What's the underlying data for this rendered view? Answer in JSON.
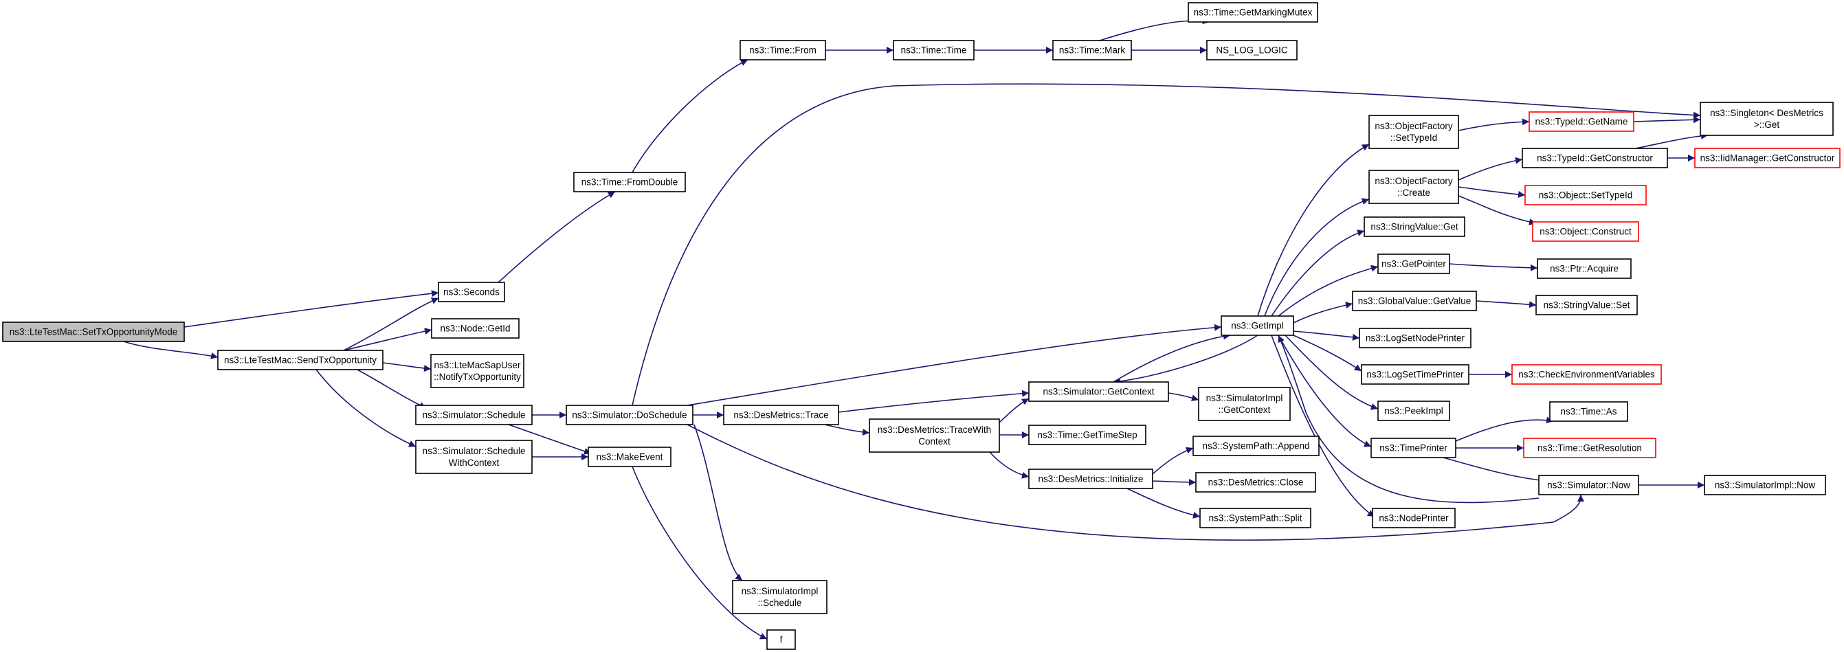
{
  "colors": {
    "edge": "#191970",
    "root_fill": "#bfbfbf",
    "node_border": "#000000",
    "external_node_border": "#ff0000"
  },
  "nodes": [
    {
      "id": "root",
      "lines": [
        "ns3::LteTestMac::SetTxOpportunityMode"
      ],
      "kind": "root"
    },
    {
      "id": "sendtx",
      "lines": [
        "ns3::LteTestMac::SendTxOpportunity"
      ]
    },
    {
      "id": "seconds",
      "lines": [
        "ns3::Seconds"
      ]
    },
    {
      "id": "getid",
      "lines": [
        "ns3::Node::GetId"
      ]
    },
    {
      "id": "notify",
      "lines": [
        "ns3::LteMacSapUser",
        "::NotifyTxOpportunity"
      ]
    },
    {
      "id": "sched",
      "lines": [
        "ns3::Simulator::Schedule"
      ]
    },
    {
      "id": "schedctx",
      "lines": [
        "ns3::Simulator::Schedule",
        "WithContext"
      ]
    },
    {
      "id": "fromdouble",
      "lines": [
        "ns3::Time::FromDouble"
      ]
    },
    {
      "id": "from",
      "lines": [
        "ns3::Time::From"
      ]
    },
    {
      "id": "time",
      "lines": [
        "ns3::Time::Time"
      ]
    },
    {
      "id": "mark",
      "lines": [
        "ns3::Time::Mark"
      ]
    },
    {
      "id": "mutex",
      "lines": [
        "ns3::Time::GetMarkingMutex"
      ]
    },
    {
      "id": "loglogic",
      "lines": [
        "NS_LOG_LOGIC"
      ]
    },
    {
      "id": "dosched",
      "lines": [
        "ns3::Simulator::DoSchedule"
      ]
    },
    {
      "id": "makeevent",
      "lines": [
        "ns3::MakeEvent"
      ]
    },
    {
      "id": "f",
      "lines": [
        "f"
      ]
    },
    {
      "id": "implsched",
      "lines": [
        "ns3::SimulatorImpl",
        "::Schedule"
      ]
    },
    {
      "id": "trace",
      "lines": [
        "ns3::DesMetrics::Trace"
      ]
    },
    {
      "id": "tracectx",
      "lines": [
        "ns3::DesMetrics::TraceWith",
        "Context"
      ]
    },
    {
      "id": "getctx",
      "lines": [
        "ns3::Simulator::GetContext"
      ]
    },
    {
      "id": "implgetctx",
      "lines": [
        "ns3::SimulatorImpl",
        "::GetContext"
      ]
    },
    {
      "id": "timestep",
      "lines": [
        "ns3::Time::GetTimeStep"
      ]
    },
    {
      "id": "init",
      "lines": [
        "ns3::DesMetrics::Initialize"
      ]
    },
    {
      "id": "append",
      "lines": [
        "ns3::SystemPath::Append"
      ]
    },
    {
      "id": "close",
      "lines": [
        "ns3::DesMetrics::Close"
      ]
    },
    {
      "id": "split",
      "lines": [
        "ns3::SystemPath::Split"
      ]
    },
    {
      "id": "getimpl",
      "lines": [
        "ns3::GetImpl"
      ]
    },
    {
      "id": "ofsettype",
      "lines": [
        "ns3::ObjectFactory",
        "::SetTypeId"
      ]
    },
    {
      "id": "ofcreate",
      "lines": [
        "ns3::ObjectFactory",
        "::Create"
      ]
    },
    {
      "id": "strget",
      "lines": [
        "ns3::StringValue::Get"
      ]
    },
    {
      "id": "getptr",
      "lines": [
        "ns3::GetPointer"
      ]
    },
    {
      "id": "gvget",
      "lines": [
        "ns3::GlobalValue::GetValue"
      ]
    },
    {
      "id": "lognode",
      "lines": [
        "ns3::LogSetNodePrinter"
      ]
    },
    {
      "id": "logtime",
      "lines": [
        "ns3::LogSetTimePrinter"
      ]
    },
    {
      "id": "peek",
      "lines": [
        "ns3::PeekImpl"
      ]
    },
    {
      "id": "timeprinter",
      "lines": [
        "ns3::TimePrinter"
      ]
    },
    {
      "id": "nodeprinter",
      "lines": [
        "ns3::NodePrinter"
      ]
    },
    {
      "id": "tidname",
      "lines": [
        "ns3::TypeId::GetName"
      ],
      "kind": "ext"
    },
    {
      "id": "tidctor",
      "lines": [
        "ns3::TypeId::GetConstructor"
      ]
    },
    {
      "id": "objset",
      "lines": [
        "ns3::Object::SetTypeId"
      ],
      "kind": "ext"
    },
    {
      "id": "objcons",
      "lines": [
        "ns3::Object::Construct"
      ],
      "kind": "ext"
    },
    {
      "id": "ptracq",
      "lines": [
        "ns3::Ptr::Acquire"
      ]
    },
    {
      "id": "strset",
      "lines": [
        "ns3::StringValue::Set"
      ]
    },
    {
      "id": "checkenv",
      "lines": [
        "ns3::CheckEnvironmentVariables"
      ],
      "kind": "ext"
    },
    {
      "id": "timeas",
      "lines": [
        "ns3::Time::As"
      ]
    },
    {
      "id": "getres",
      "lines": [
        "ns3::Time::GetResolution"
      ],
      "kind": "ext"
    },
    {
      "id": "simnow",
      "lines": [
        "ns3::Simulator::Now"
      ]
    },
    {
      "id": "implnow",
      "lines": [
        "ns3::SimulatorImpl::Now"
      ]
    },
    {
      "id": "singleton",
      "lines": [
        "ns3::Singleton< DesMetrics",
        " >::Get"
      ]
    },
    {
      "id": "iidctor",
      "lines": [
        "ns3::IidManager::GetConstructor"
      ],
      "kind": "ext"
    }
  ]
}
